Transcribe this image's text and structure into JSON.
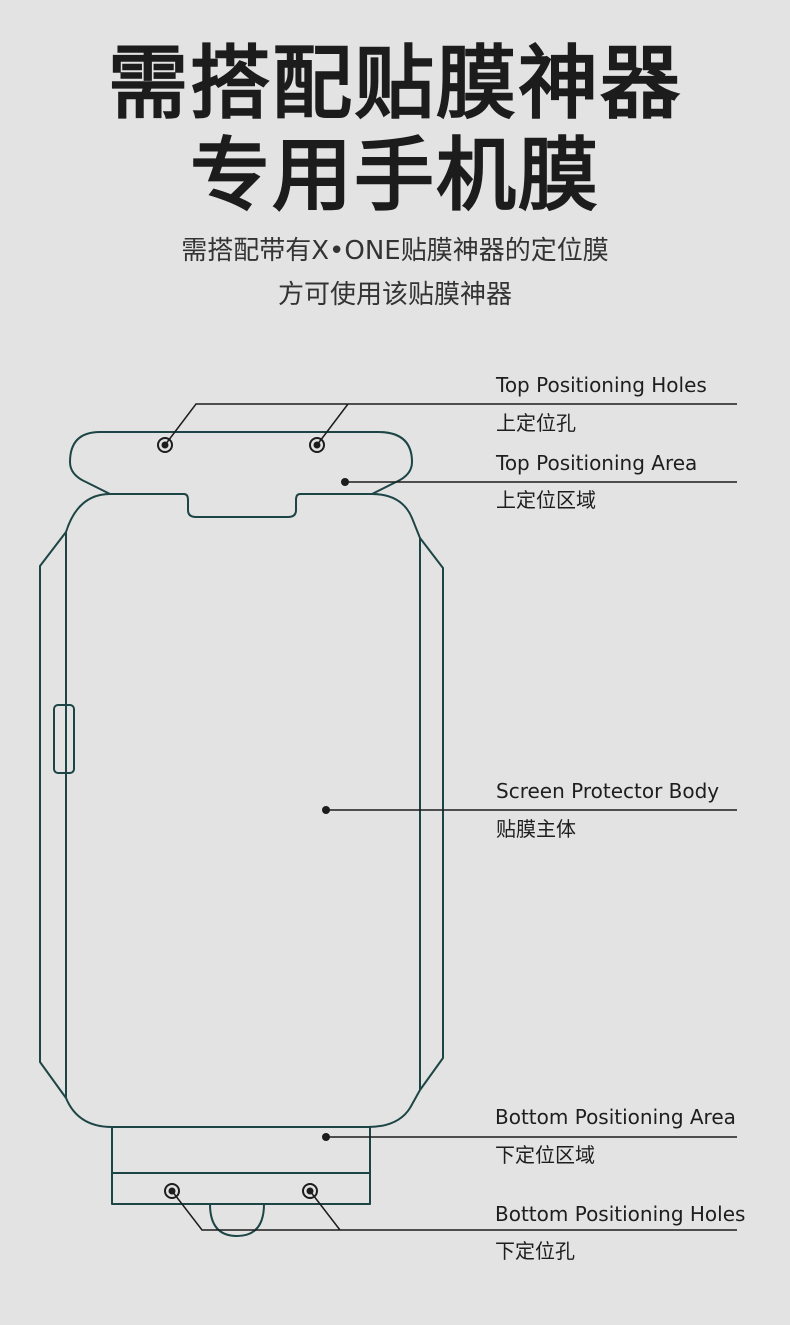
{
  "header": {
    "title_line1": "需搭配贴膜神器",
    "title_line2": "专用手机膜",
    "subtitle_line1": "需搭配带有X•ONE贴膜神器的定位膜",
    "subtitle_line2": "方可使用该贴膜神器"
  },
  "labels": {
    "top_holes_en": "Top Positioning Holes",
    "top_holes_cn": "上定位孔",
    "top_area_en": "Top Positioning Area",
    "top_area_cn": "上定位区域",
    "body_en": "Screen Protector Body",
    "body_cn": "贴膜主体",
    "bottom_area_en": "Bottom Positioning Area",
    "bottom_area_cn": "下定位区域",
    "bottom_holes_en": "Bottom Positioning Holes",
    "bottom_holes_cn": "下定位孔"
  },
  "colors": {
    "background": "#e3e3e3",
    "outline": "#1d4545",
    "text": "#1f1f1f"
  }
}
